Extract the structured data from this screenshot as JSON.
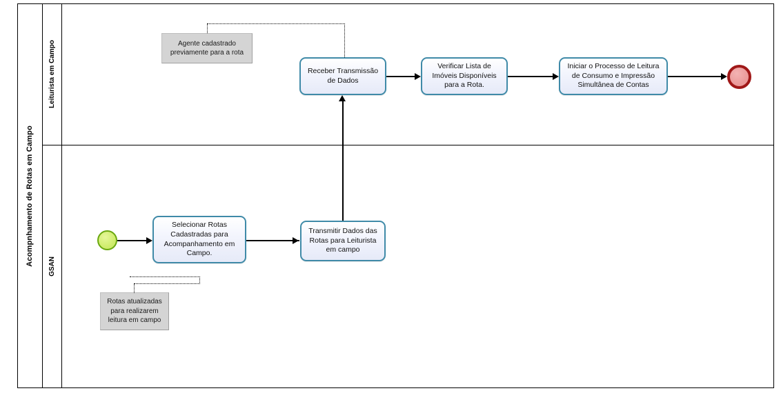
{
  "pool": {
    "label": "Acompnhamento de Rotas em Campo",
    "lanes": [
      {
        "label": "Leiturista em Campo"
      },
      {
        "label": "GSAN"
      }
    ]
  },
  "tasks": [
    {
      "id": "receber-transmissao-de-dados",
      "label": "Receber Transmissão de Dados",
      "lane": "Leiturista em Campo"
    },
    {
      "id": "verificar-lista-de-imoveis",
      "label": "Verificar Lista de Imóveis Disponíveis para a Rota.",
      "lane": "Leiturista em Campo"
    },
    {
      "id": "iniciar-processo-de-leitura",
      "label": "Iniciar o Processo de Leitura de Consumo e Impressão Simultânea de Contas",
      "lane": "Leiturista em Campo"
    },
    {
      "id": "selecionar-rotas-cadastradas",
      "label": "Selecionar Rotas Cadastradas para Acompanhamento em Campo.",
      "lane": "GSAN"
    },
    {
      "id": "transmitir-dados-das-rotas",
      "label": "Transmitir Dados das Rotas para Leiturista em campo",
      "lane": "GSAN"
    }
  ],
  "events": [
    {
      "id": "start-event",
      "type": "start",
      "lane": "GSAN",
      "color": "#c3e55e",
      "border_color": "#6aa80f"
    },
    {
      "id": "end-event",
      "type": "end",
      "lane": "Leiturista em Campo",
      "color": "#e89393",
      "border_color": "#a01818"
    }
  ],
  "annotations": [
    {
      "id": "annotation-agente-cadastrado",
      "label": "Agente cadastrado previamente para a rota",
      "attached_to": "receber-transmissao-de-dados"
    },
    {
      "id": "annotation-rotas-atualizadas",
      "label": "Rotas atualizadas para realizarem leitura em campo",
      "attached_to": "selecionar-rotas-cadastradas"
    }
  ],
  "colors": {
    "task_border": "#3f8aa8",
    "task_fill": "#e6eaf8",
    "annotation_fill": "#d4d4d4",
    "connector": "#000000",
    "start_event": "#c3e55e",
    "end_event": "#e89393"
  }
}
